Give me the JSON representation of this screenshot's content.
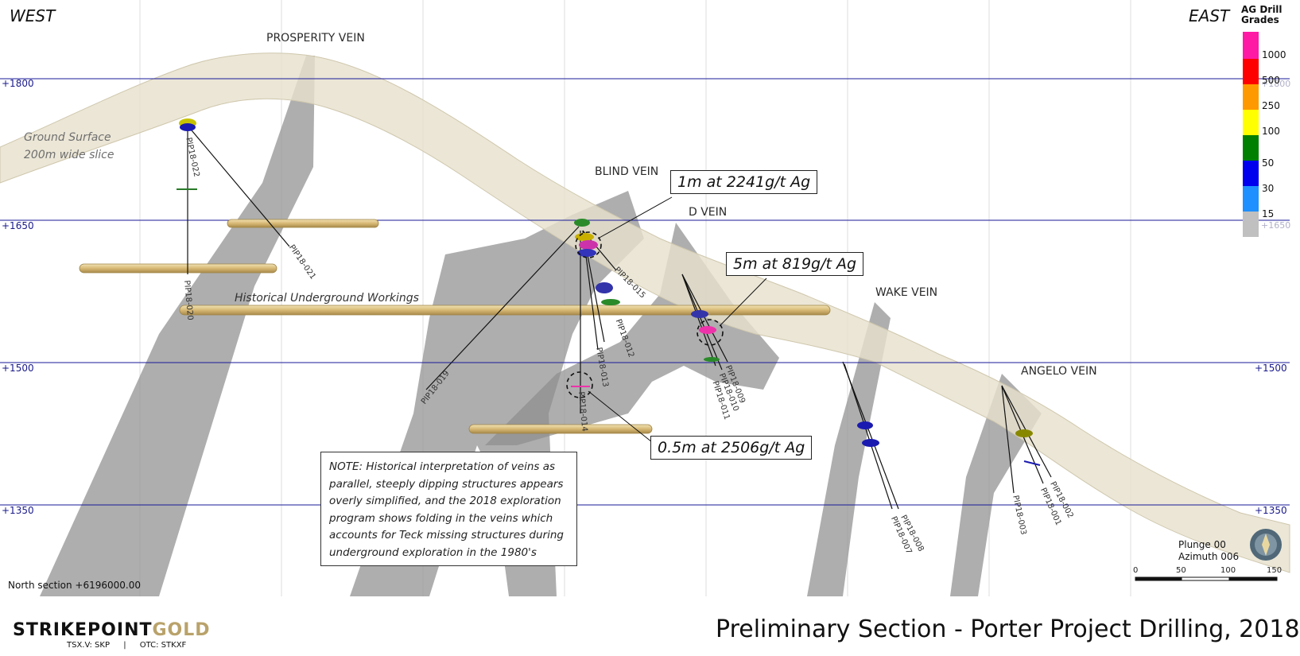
{
  "header": {
    "west": "WEST",
    "east": "EAST"
  },
  "elevations": {
    "e1800": "+1800",
    "e1650": "+1650",
    "e1500": "+1500",
    "e1350": "+1350",
    "r1800": "+1800",
    "r1650": "+1650",
    "r1500": "+1500",
    "r1350": "+1350"
  },
  "labels": {
    "prosperity": "PROSPERITY VEIN",
    "blind": "BLIND VEIN",
    "dvein": "D VEIN",
    "wake": "WAKE VEIN",
    "angelo": "ANGELO VEIN",
    "ground1": "Ground Surface",
    "ground2": "200m wide slice",
    "workings": "Historical Underground Workings"
  },
  "callouts": {
    "c1": "1m at 2241g/t Ag",
    "c2": "5m at 819g/t Ag",
    "c3": "0.5m at 2506g/t Ag"
  },
  "note": "NOTE: Historical interpretation of veins as parallel, steeply dipping structures appears overly simplified, and the 2018 exploration program shows folding in the veins which accounts for Teck missing structures during underground exploration in the 1980's",
  "holes": {
    "h022": "PIP18-022",
    "h021": "PIP18-021",
    "h020": "PIP18-020",
    "h019": "PIP18-019",
    "h015": "PIP18-015",
    "h012": "PIP18-012",
    "h013": "PIP18-013",
    "h014": "PIP18-014",
    "h009": "PIP18-009",
    "h010": "PIP18-010",
    "h011": "PIP18-011",
    "h008": "PIP18-008",
    "h007": "PIP18-007",
    "h002": "PIP18-002",
    "h001": "PIP18-001",
    "h003": "PIP18-003"
  },
  "legend": {
    "title_line1": "AG Drill",
    "title_line2": "Grades",
    "items": [
      {
        "label": "1000",
        "color": "#ff1aa6"
      },
      {
        "label": "500",
        "color": "#ff0000"
      },
      {
        "label": "250",
        "color": "#ff9900"
      },
      {
        "label": "100",
        "color": "#ffff00"
      },
      {
        "label": "50",
        "color": "#008000"
      },
      {
        "label": "30",
        "color": "#0000ee"
      },
      {
        "label": "15",
        "color": "#1e90ff"
      },
      {
        "label": "",
        "color": "#c0c0c0"
      }
    ]
  },
  "view": {
    "plunge": "Plunge 00",
    "azimuth": "Azimuth 006"
  },
  "scale": {
    "t0": "0",
    "t1": "50",
    "t2": "100",
    "t3": "150"
  },
  "north": "North section +6196000.00",
  "footer": {
    "brand_a": "STRIKEPOINT",
    "brand_b": "GOLD",
    "ticker_a": "TSX.V: SKP",
    "ticker_sep": "|",
    "ticker_b": "OTC: STKXF",
    "title": "Preliminary Section - Porter Project Drilling, 2018"
  },
  "colors": {
    "elev_line": "#1a1a9a",
    "surface": "#e8e3d4",
    "vein": "#8c8c8c",
    "workings": "#d4b97c"
  }
}
